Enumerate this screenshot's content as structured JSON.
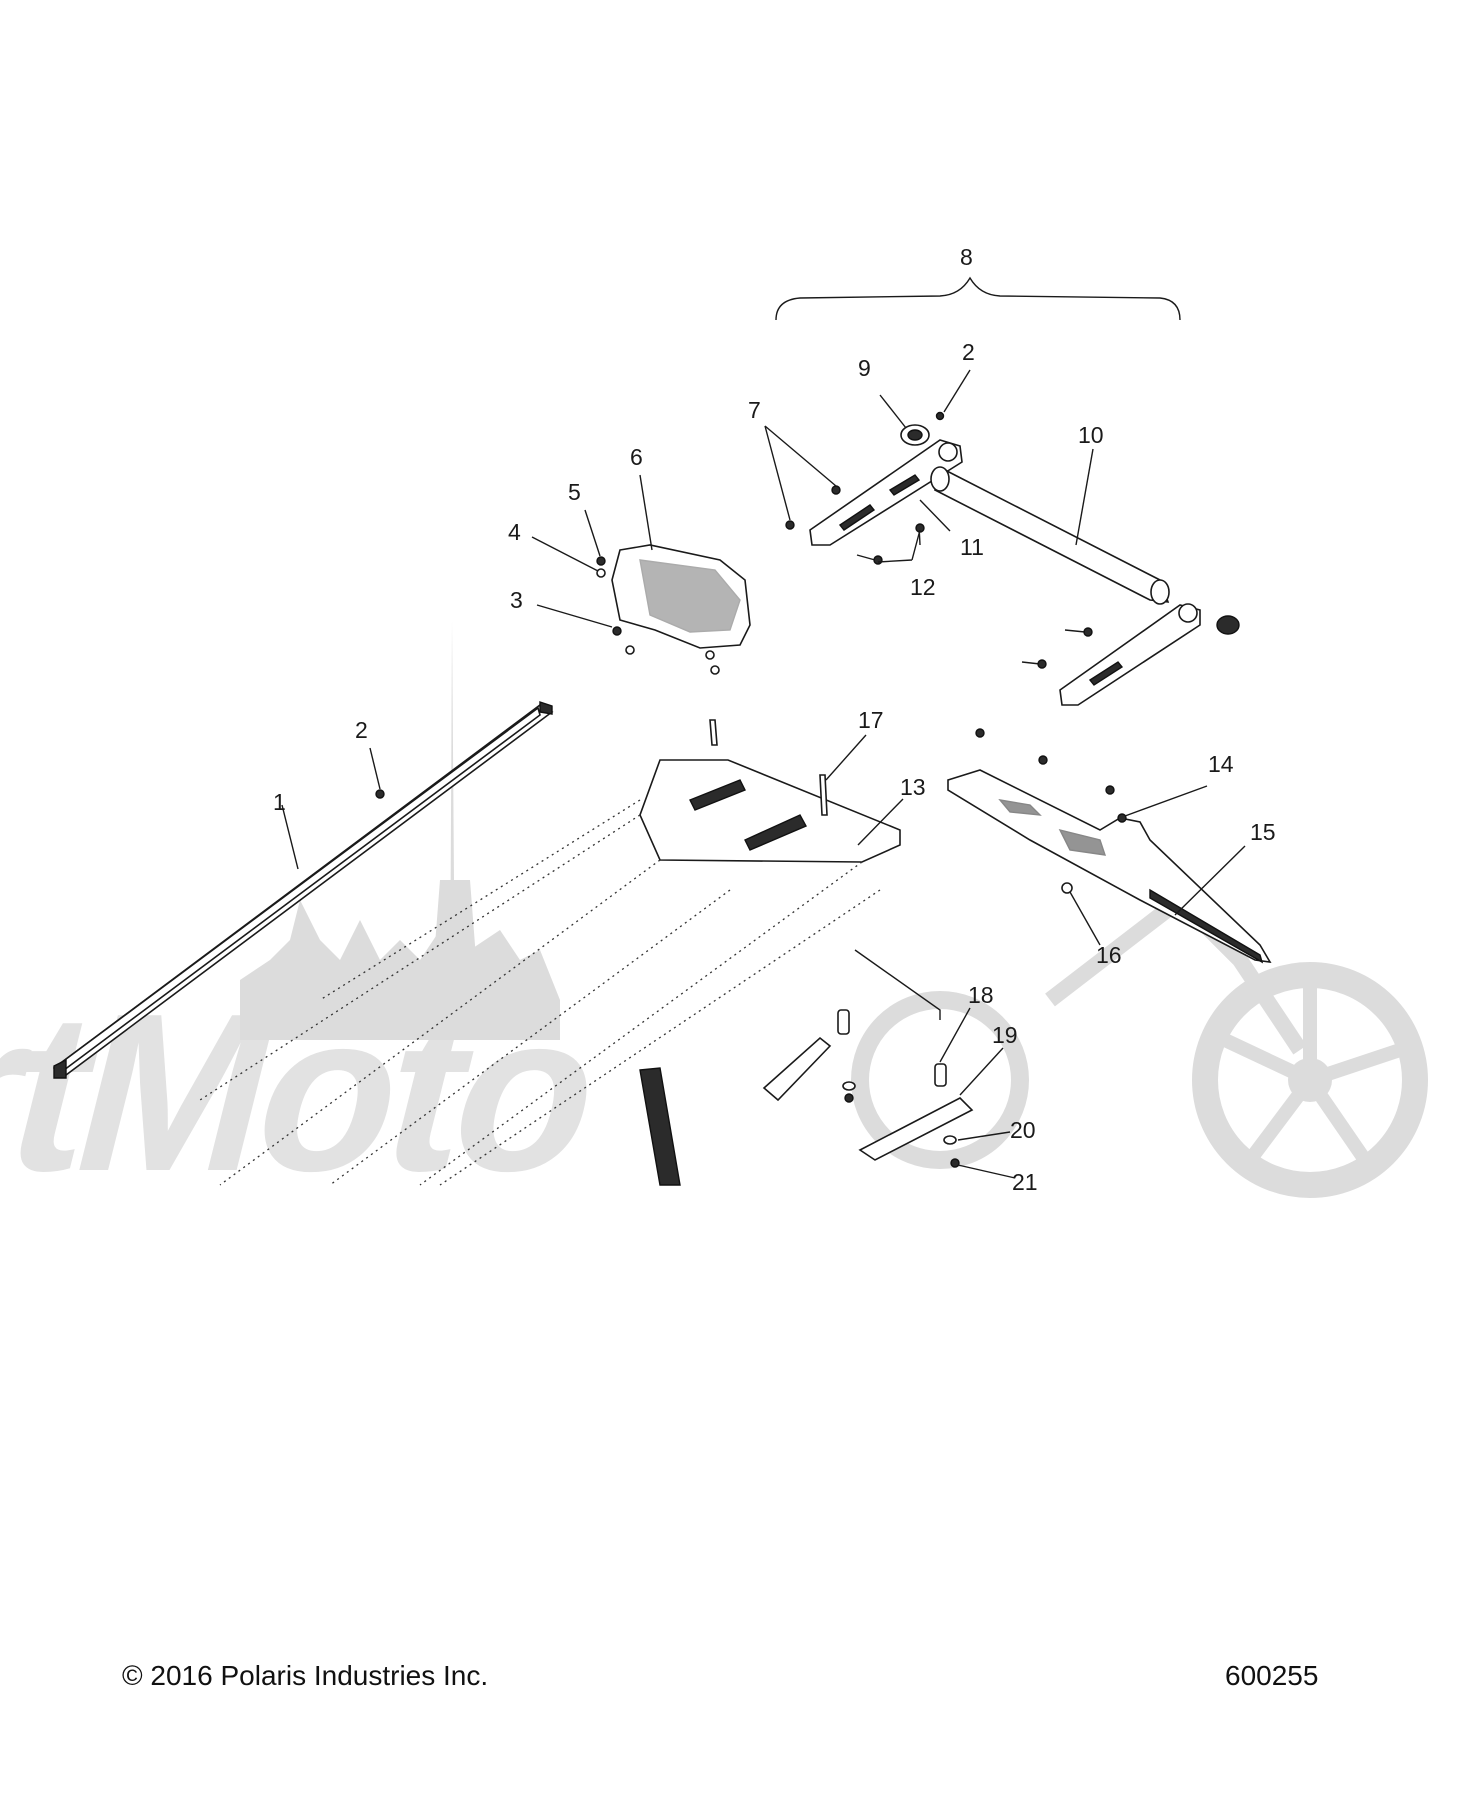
{
  "callouts": [
    {
      "id": "c1",
      "label": "1"
    },
    {
      "id": "c2a",
      "label": "2"
    },
    {
      "id": "c2b",
      "label": "2"
    },
    {
      "id": "c3",
      "label": "3"
    },
    {
      "id": "c4",
      "label": "4"
    },
    {
      "id": "c5",
      "label": "5"
    },
    {
      "id": "c6",
      "label": "6"
    },
    {
      "id": "c7",
      "label": "7"
    },
    {
      "id": "c8",
      "label": "8"
    },
    {
      "id": "c9",
      "label": "9"
    },
    {
      "id": "c10",
      "label": "10"
    },
    {
      "id": "c11",
      "label": "11"
    },
    {
      "id": "c12",
      "label": "12"
    },
    {
      "id": "c13",
      "label": "13"
    },
    {
      "id": "c14",
      "label": "14"
    },
    {
      "id": "c15",
      "label": "15"
    },
    {
      "id": "c16",
      "label": "16"
    },
    {
      "id": "c17",
      "label": "17"
    },
    {
      "id": "c18",
      "label": "18"
    },
    {
      "id": "c19",
      "label": "19"
    },
    {
      "id": "c20",
      "label": "20"
    },
    {
      "id": "c21",
      "label": "21"
    }
  ],
  "footer": {
    "copyright": "© 2016 Polaris Industries Inc.",
    "diagram_number": "600255"
  },
  "watermark": {
    "text": "ArtMoto"
  }
}
